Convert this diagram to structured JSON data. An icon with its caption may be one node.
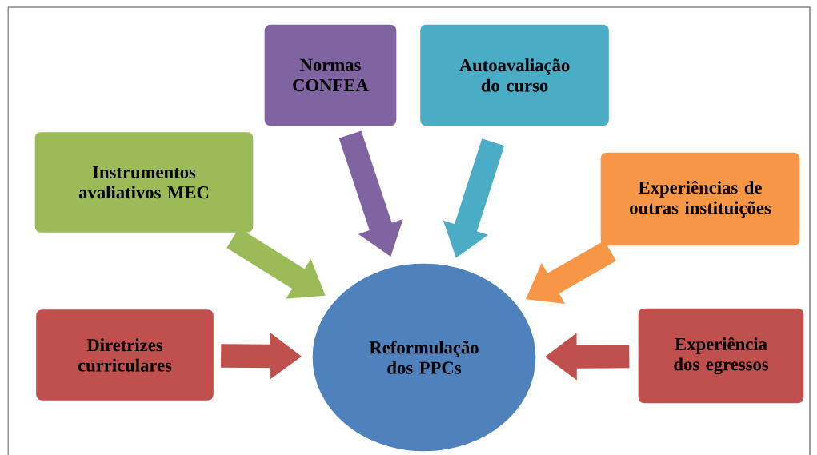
{
  "diagram": {
    "nodes": [
      {
        "text": [
          "Reformulação dos PPCs"
        ]
      },
      {
        "text": [
          "Normas CONFEA"
        ]
      },
      {
        "text": [
          "Autoavaliação do curso"
        ]
      },
      {
        "text": [
          "Instrumentos avaliativos MEC"
        ]
      },
      {
        "text": [
          "Experiências de outras instituições"
        ]
      },
      {
        "text": [
          "Diretrizes curriculares"
        ]
      },
      {
        "text": [
          "Experiência dos egressos"
        ]
      }
    ],
    "edges": [
      {
        "from": 1,
        "to": 0,
        "arrow": "to",
        "color": "#8064a2"
      },
      {
        "from": 2,
        "to": 0,
        "arrow": "to",
        "color": "#4bacc6"
      },
      {
        "from": 3,
        "to": 0,
        "arrow": "to",
        "color": "#9bbb59"
      },
      {
        "from": 4,
        "to": 0,
        "arrow": "to",
        "color": "#f79646"
      },
      {
        "from": 5,
        "to": 0,
        "arrow": "to",
        "color": "#c0504d"
      },
      {
        "from": 6,
        "to": 0,
        "arrow": "to",
        "color": "#c0504d"
      }
    ]
  }
}
